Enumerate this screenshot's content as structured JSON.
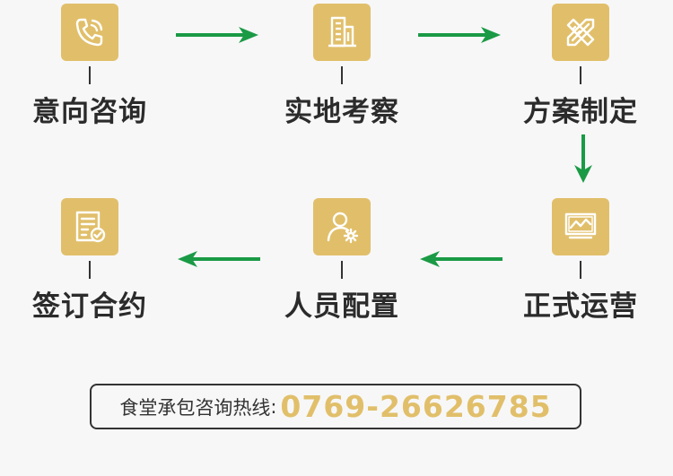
{
  "steps": [
    {
      "label": "意向咨询",
      "icon": "phone-icon"
    },
    {
      "label": "实地考察",
      "icon": "building-icon"
    },
    {
      "label": "方案制定",
      "icon": "pencil-ruler-icon"
    },
    {
      "label": "正式运营",
      "icon": "monitor-chart-icon"
    },
    {
      "label": "人员配置",
      "icon": "user-gear-icon"
    },
    {
      "label": "签订合约",
      "icon": "contract-check-icon"
    }
  ],
  "hotline": {
    "label": "食堂承包咨询热线",
    "colon": ":",
    "number": "0769-26626785"
  },
  "colors": {
    "accent_gold": "#e1bf6a",
    "arrow_green": "#1a9a45",
    "text_dark": "#2b2b2b"
  }
}
